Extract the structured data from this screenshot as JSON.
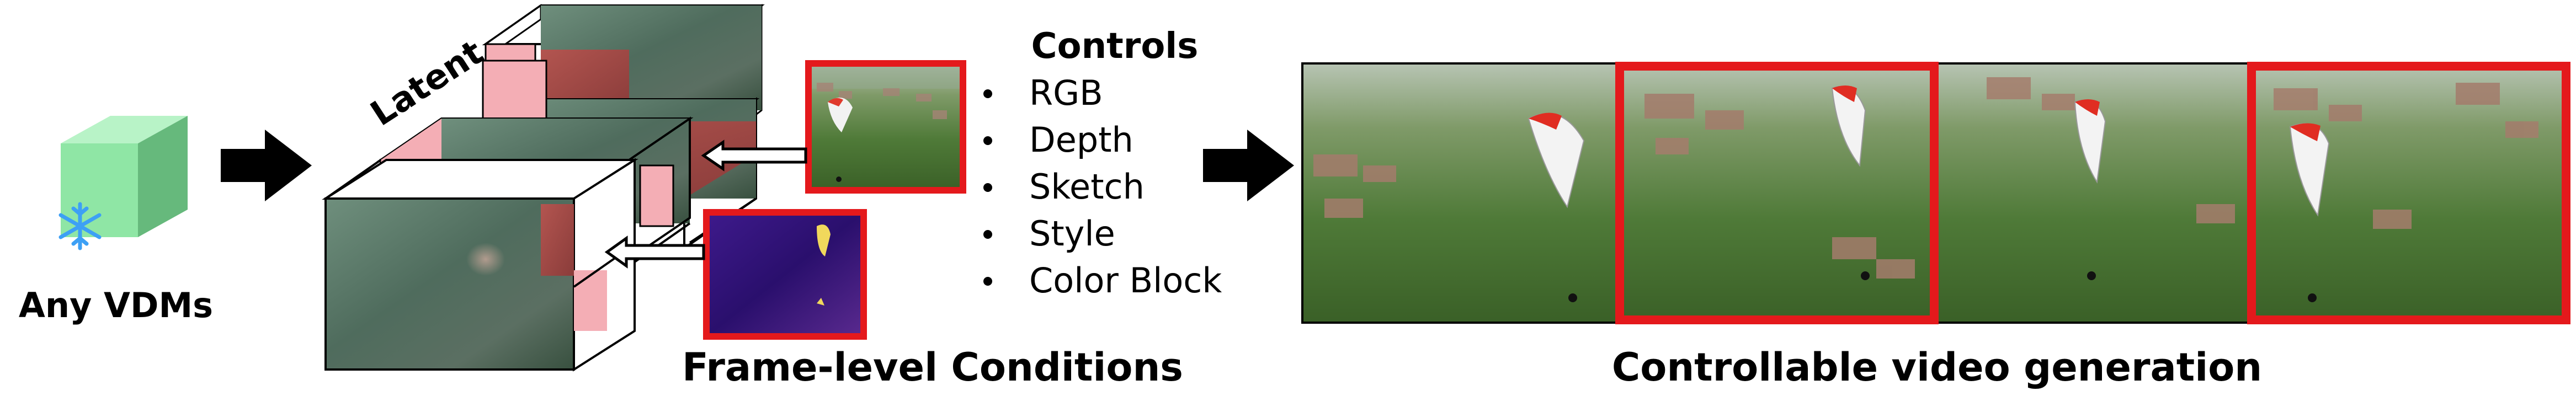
{
  "vdm": {
    "label": "Any VDMs",
    "cube_color": "#8ee6a4",
    "snowflake_color": "#3da0f5",
    "snowflake_icon": "snowflake-icon"
  },
  "latent": {
    "label": "Latent",
    "conditioned_slot_color": "#f4aeb5"
  },
  "conditions": {
    "label": "Frame-level Conditions",
    "border_color": "#e4191c",
    "images": [
      "rgb-frame",
      "depth-map"
    ]
  },
  "controls": {
    "title": "Controls",
    "items": [
      "RGB",
      "Depth",
      "Sketch",
      "Style",
      "Color Block"
    ]
  },
  "output": {
    "label": "Controllable video generation",
    "highlight_color": "#e4191c",
    "frame_count": 4,
    "highlighted_frames": [
      2,
      4
    ]
  }
}
